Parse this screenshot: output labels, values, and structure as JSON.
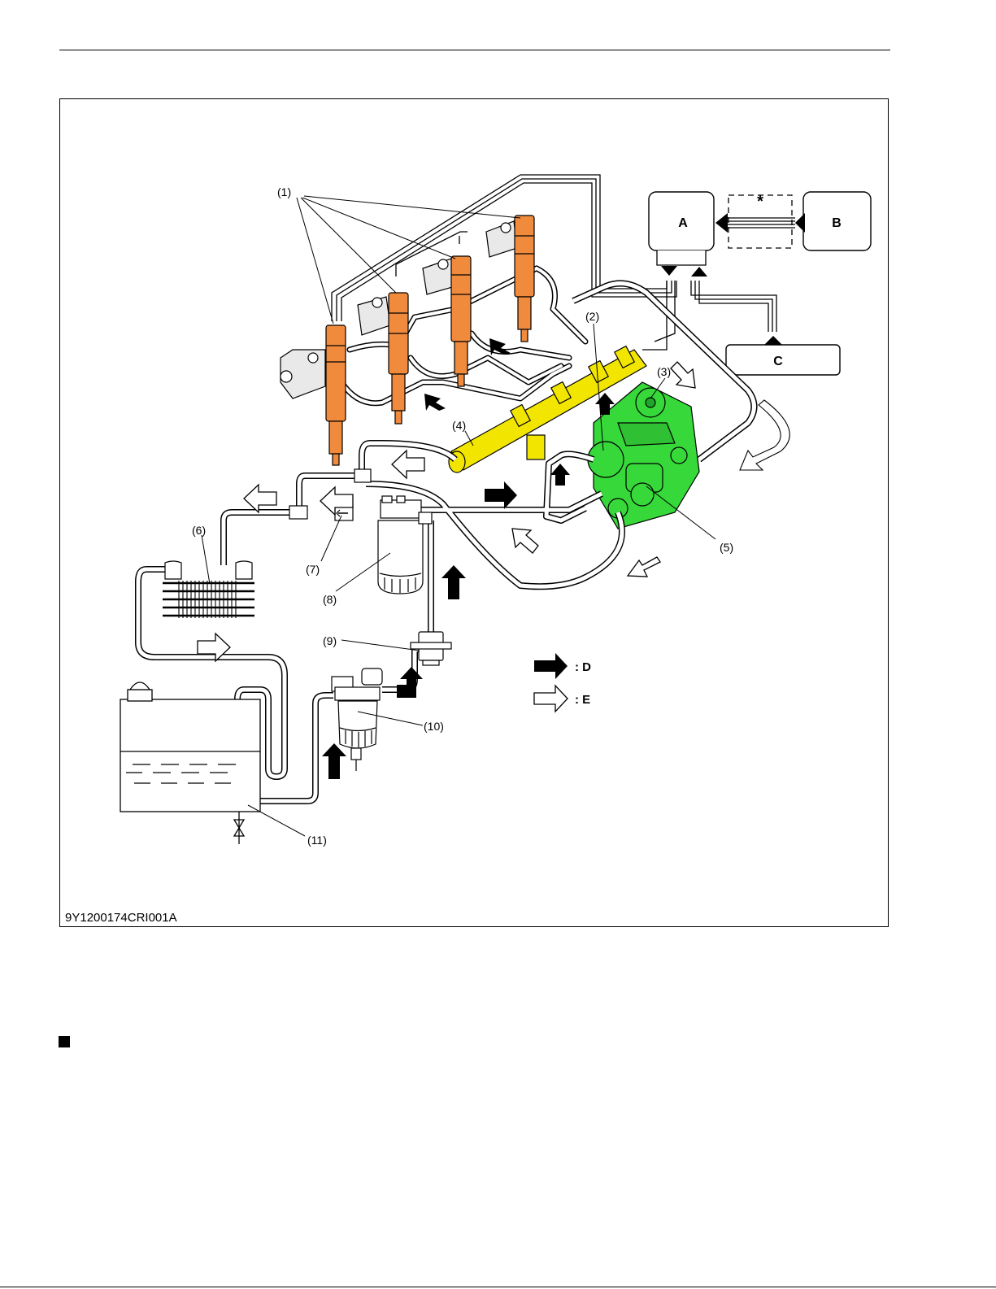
{
  "figure": {
    "code": "9Y1200174CRI001A",
    "callouts": [
      "(1)",
      "(2)",
      "(3)",
      "(4)",
      "(5)",
      "(6)",
      "(7)",
      "(8)",
      "(9)",
      "(10)",
      "(11)"
    ],
    "boxes": {
      "a": "A",
      "b": "B",
      "c": "C",
      "asterisk": "*"
    },
    "legend": {
      "d": ": D",
      "e": ": E"
    },
    "colors": {
      "injector": "#f08a3c",
      "rail": "#f2e600",
      "pump": "#36d83a",
      "outline": "#000000",
      "pipe": "#ffffff"
    }
  }
}
